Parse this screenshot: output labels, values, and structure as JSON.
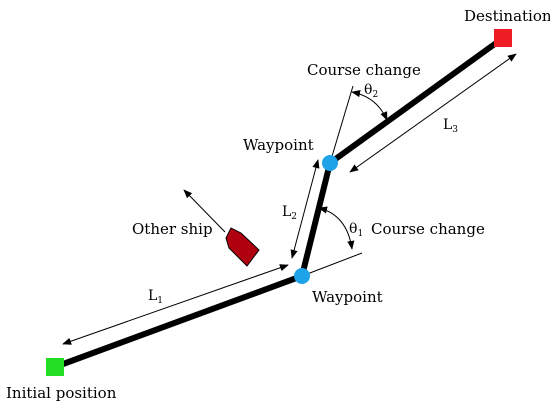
{
  "labels": {
    "destination": "Destination",
    "course_change_top": "Course change",
    "theta2_sym": "θ",
    "theta2_sub": "2",
    "l3_sym": "L",
    "l3_sub": "3",
    "waypoint_top": "Waypoint",
    "l2_sym": "L",
    "l2_sub": "2",
    "theta1_sym": "θ",
    "theta1_sub": "1",
    "course_change_bottom": "Course change",
    "other_ship": "Other ship",
    "l1_sym": "L",
    "l1_sub": "1",
    "waypoint_bottom": "Waypoint",
    "initial_position": "Initial position"
  },
  "colors": {
    "route": "#000000",
    "waypoint": "#1fa3e8",
    "destination": "#ee1c24",
    "initial": "#22dd22",
    "ship": "#b00010"
  }
}
